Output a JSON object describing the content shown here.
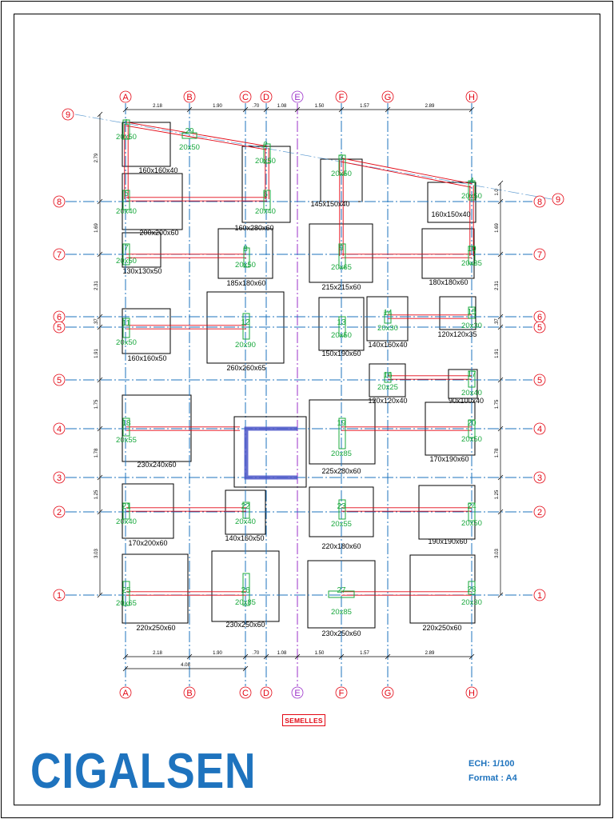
{
  "colors": {
    "axis": "#1e73be",
    "bubble": "#e30613",
    "beam": "#e30613",
    "column": "#18a83c",
    "footing": "#000000",
    "pit": "#4b55c8",
    "axis_e": "#9b30c9"
  },
  "grid_columns": [
    "A",
    "B",
    "C",
    "D",
    "E",
    "F",
    "G",
    "H"
  ],
  "grid_rows": [
    "9",
    "8",
    "7",
    "6",
    "5",
    "5",
    "4",
    "3",
    "2",
    "1"
  ],
  "top_dims": [
    "2.18",
    "1.90",
    ".70",
    "1.08",
    "1.50",
    "1.57",
    "2.89"
  ],
  "bottom_dims": [
    "2.18",
    "1.90",
    ".70",
    "1.08",
    "1.50",
    "1.57",
    "2.89"
  ],
  "bottom_total": "4.08",
  "left_dims": [
    "2.79",
    "1.69",
    "2.31",
    ".37",
    "1.91",
    "1.75",
    "1.78",
    "1.25",
    "3.03"
  ],
  "right_dims": [
    "1.0",
    "1.69",
    "2.31",
    ".37",
    "1.91",
    "1.75",
    "1.78",
    "1.25",
    "3.03"
  ],
  "columns": [
    {
      "num": "1",
      "size": "20x50"
    },
    {
      "num": "29",
      "size": "20x50"
    },
    {
      "num": "2",
      "size": "20x50"
    },
    {
      "num": "3",
      "size": "20x50"
    },
    {
      "num": "4",
      "size": "20x50"
    },
    {
      "num": "5",
      "size": "20x40"
    },
    {
      "num": "6",
      "size": "20x40"
    },
    {
      "num": "7",
      "size": "20x50"
    },
    {
      "num": "8",
      "size": "20x50"
    },
    {
      "num": "9",
      "size": "20x65"
    },
    {
      "num": "10",
      "size": "20x35"
    },
    {
      "num": "11",
      "size": "20x50"
    },
    {
      "num": "12",
      "size": "20x90"
    },
    {
      "num": "13",
      "size": "20x50"
    },
    {
      "num": "14",
      "size": "20x30"
    },
    {
      "num": "15",
      "size": "20x30"
    },
    {
      "num": "16",
      "size": "20x25"
    },
    {
      "num": "17",
      "size": "20x40"
    },
    {
      "num": "18",
      "size": "20x55"
    },
    {
      "num": "19",
      "size": "20x85"
    },
    {
      "num": "20",
      "size": "20x50"
    },
    {
      "num": "21",
      "size": "20x40"
    },
    {
      "num": "22",
      "size": "20x40"
    },
    {
      "num": "23",
      "size": "20x55"
    },
    {
      "num": "24",
      "size": "20x50"
    },
    {
      "num": "25",
      "size": "20x65"
    },
    {
      "num": "26",
      "size": "20x85"
    },
    {
      "num": "27",
      "size": "20x85"
    },
    {
      "num": "28",
      "size": "20x30"
    }
  ],
  "footings": [
    "160x160x40",
    "160x280x60",
    "145x150x40",
    "160x150x40",
    "200x200x60",
    "130x130x50",
    "185x180x60",
    "215x215x60",
    "180x180x60",
    "160x160x50",
    "260x260x65",
    "150x190x60",
    "140x160x40",
    "120x120x35",
    "120x120x40",
    "90x100x40",
    "230x240x60",
    "225x280x60",
    "170x190x60",
    "170x200x60",
    "140x160x50",
    "220x180x60",
    "190x190x60",
    "220x250x60",
    "230x250x60",
    "230x250x60",
    "220x250x60"
  ],
  "title": "SEMELLES",
  "brand": "CIGALSEN",
  "scale_label": "ECH: 1/100",
  "format_label": "Format : A4"
}
